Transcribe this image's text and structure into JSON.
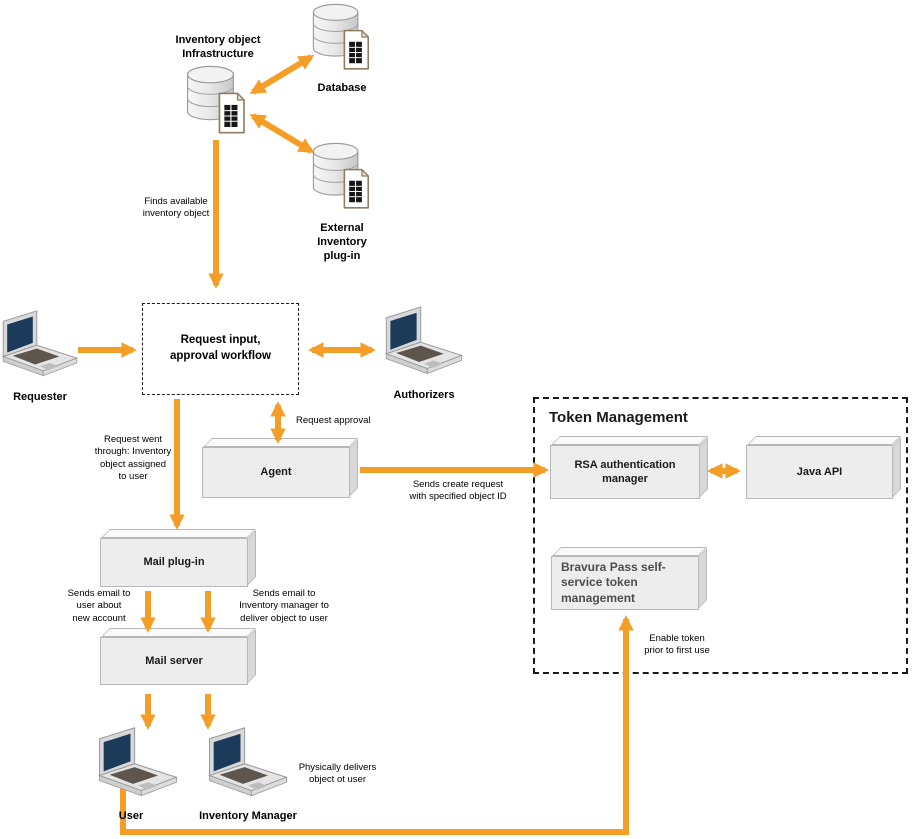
{
  "colors": {
    "accent": "#F59E27",
    "laptop_screen": "#1C3A5A",
    "box_face": "#EDEDED"
  },
  "nodes": {
    "inventory_infrastructure": {
      "label": "Inventory object\nInfrastructure"
    },
    "database": {
      "label": "Database"
    },
    "external_plugin": {
      "label": "External\nInventory\nplug-in"
    },
    "requester": {
      "label": "Requester"
    },
    "request_workflow": {
      "label": "Request input,\napproval workflow"
    },
    "authorizers": {
      "label": "Authorizers"
    },
    "agent": {
      "label": "Agent"
    },
    "token_management": {
      "title": "Token Management"
    },
    "rsa_auth_manager": {
      "label": "RSA authentication\nmanager"
    },
    "java_api": {
      "label": "Java API"
    },
    "bravura_pass": {
      "label": "Bravura Pass self-\nservice token\nmanagement"
    },
    "mail_plugin": {
      "label": "Mail plug-in"
    },
    "mail_server": {
      "label": "Mail server"
    },
    "user": {
      "label": "User"
    },
    "inventory_manager": {
      "label": "Inventory Manager"
    }
  },
  "annotations": {
    "finds_available": "Finds available\ninventory object",
    "request_approval": "Request approval",
    "request_went_through": "Request went\nthrough: Inventory\nobject assigned\nto user",
    "sends_create_request": "Sends create request\nwith specified object ID",
    "sends_email_user": "Sends email to\nuser about\nnew account",
    "sends_email_manager": "Sends email to\nInventory manager to\ndeliver object to user",
    "enable_token": "Enable token\nprior to first use",
    "physically_delivers": "Physically delivers\nobject ot user"
  }
}
